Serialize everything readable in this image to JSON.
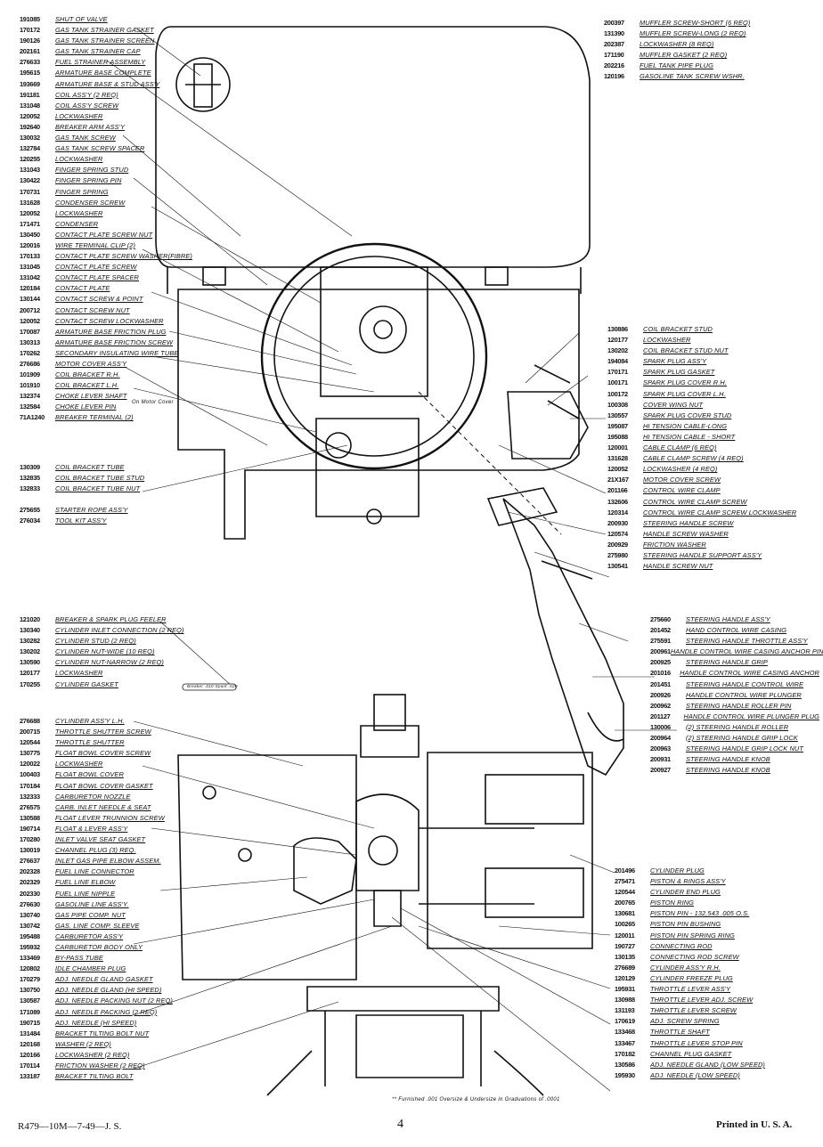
{
  "top_left": [
    {
      "num": "191085",
      "label": "SHUT OF VALVE"
    },
    {
      "num": "170172",
      "label": "Gas Tank Strainer Gasket"
    },
    {
      "num": "190126",
      "label": "Gas Tank Strainer Screen"
    },
    {
      "num": "202161",
      "label": "Gas Tank Strainer Cap"
    },
    {
      "num": "276633",
      "label": "FUEL STRAINER ASSEMBLY"
    },
    {
      "num": "195615",
      "label": "Armature Base Complete"
    },
    {
      "num": "193669",
      "label": "Armature Base & Stud Ass'y"
    },
    {
      "num": "191181",
      "label": "Coil Ass'y (2 Req)"
    },
    {
      "num": "131048",
      "label": "Coil Ass'y Screw"
    },
    {
      "num": "120052",
      "label": "Lockwasher"
    },
    {
      "num": "192640",
      "label": "Breaker Arm Ass'y"
    },
    {
      "num": "130032",
      "label": "Gas Tank Screw"
    },
    {
      "num": "132784",
      "label": "Gas Tank Screw Spacer"
    },
    {
      "num": "120255",
      "label": "Lockwasher"
    },
    {
      "num": "131043",
      "label": "Finger Spring Stud"
    },
    {
      "num": "130422",
      "label": "Finger Spring Pin"
    },
    {
      "num": "170731",
      "label": "Finger Spring"
    },
    {
      "num": "131628",
      "label": "Condenser Screw"
    },
    {
      "num": "120052",
      "label": "Lockwasher"
    },
    {
      "num": "171471",
      "label": "Condenser"
    },
    {
      "num": "130450",
      "label": "Contact Plate Screw Nut"
    },
    {
      "num": "120016",
      "label": "Wire Terminal Clip (2)"
    },
    {
      "num": "170133",
      "label": "Contact Plate Screw Washer(Fibre)"
    },
    {
      "num": "131045",
      "label": "Contact Plate Screw"
    },
    {
      "num": "131042",
      "label": "Contact Plate Spacer"
    },
    {
      "num": "120184",
      "label": "Contact Plate"
    },
    {
      "num": "130144",
      "label": "Contact Screw & Point"
    },
    {
      "num": "200712",
      "label": "Contact Screw Nut"
    },
    {
      "num": "120052",
      "label": "Contact Screw Lockwasher"
    },
    {
      "num": "170087",
      "label": "Armature Base Friction Plug"
    },
    {
      "num": "130313",
      "label": "Armature Base Friction Screw"
    },
    {
      "num": "170262",
      "label": "Secondary Insulating Wire Tube"
    },
    {
      "num": "276686",
      "label": "Motor Cover Ass'y"
    },
    {
      "num": "101909",
      "label": "Coil Bracket R.H."
    },
    {
      "num": "101910",
      "label": "Coil Bracket L.H."
    },
    {
      "num": "132374",
      "label": "Choke Lever Shaft"
    },
    {
      "num": "132584",
      "label": "Choke Lever Pin"
    },
    {
      "num": "71A1240",
      "label": "BREAKER TERMINAL (2)"
    }
  ],
  "choke_note": "On Motor Cover",
  "mid_left": [
    {
      "num": "130309",
      "label": "Coil Bracket Tube"
    },
    {
      "num": "132835",
      "label": "Coil Bracket Tube Stud"
    },
    {
      "num": "132833",
      "label": "Coil Bracket Tube Nut"
    },
    {
      "num": "",
      "label": ""
    },
    {
      "num": "275655",
      "label": "Starter Rope Ass'y"
    },
    {
      "num": "276034",
      "label": "Tool Kit Ass'y"
    }
  ],
  "top_right": [
    {
      "num": "200397",
      "label": "Muffler Screw-Short (6 Req)"
    },
    {
      "num": "131390",
      "label": "Muffler Screw-Long (2 Req)"
    },
    {
      "num": "202387",
      "label": "Lockwasher (8 Req)"
    },
    {
      "num": "171190",
      "label": "Muffler Gasket (2 Req)"
    },
    {
      "num": "202216",
      "label": "FUEL TANK PIPE PLUG"
    },
    {
      "num": "120196",
      "label": "GASOLINE TANK SCREW WSHR."
    }
  ],
  "mid_right": [
    {
      "num": "130886",
      "label": "Coil Bracket Stud"
    },
    {
      "num": "120177",
      "label": "Lockwasher"
    },
    {
      "num": "130202",
      "label": "Coil Bracket Stud Nut"
    },
    {
      "num": "194084",
      "label": "Spark Plug Ass'y"
    },
    {
      "num": "170171",
      "label": "Spark Plug Gasket"
    },
    {
      "num": "100171",
      "label": "Spark Plug Cover R.H."
    },
    {
      "num": "100172",
      "label": "Spark Plug Cover L.H."
    },
    {
      "num": "100308",
      "label": "Cover Wing Nut"
    },
    {
      "num": "130557",
      "label": "Spark Plug Cover Stud"
    },
    {
      "num": "195087",
      "label": "Hi Tension Cable-Long"
    },
    {
      "num": "195088",
      "label": "Hi Tension Cable - Short"
    },
    {
      "num": "120001",
      "label": "Cable Clamp (6 Req)"
    },
    {
      "num": "131628",
      "label": "Cable Clamp Screw (4 Req)"
    },
    {
      "num": "120052",
      "label": "Lockwasher (4 Req)"
    },
    {
      "num": "21X167",
      "label": "Motor Cover Screw"
    },
    {
      "num": "201166",
      "label": "Control Wire Clamp"
    },
    {
      "num": "132606",
      "label": "Control Wire Clamp Screw"
    },
    {
      "num": "120314",
      "label": "Control Wire Clamp Screw Lockwasher"
    },
    {
      "num": "200930",
      "label": "Steering Handle Screw"
    },
    {
      "num": "120574",
      "label": "Handle Screw Washer"
    },
    {
      "num": "200929",
      "label": "Friction Washer"
    },
    {
      "num": "275980",
      "label": "Steering Handle Support Ass'y"
    },
    {
      "num": "130541",
      "label": "Handle Screw Nut"
    }
  ],
  "steering": [
    {
      "num": "275660",
      "label": "Steering Handle Ass'y"
    },
    {
      "num": "201452",
      "label": "Hand Control Wire Casing"
    },
    {
      "num": "275591",
      "label": "Steering Handle Throttle Ass'y"
    },
    {
      "num": "200961",
      "label": "Handle Control Wire Casing Anchor Pin"
    },
    {
      "num": "200925",
      "label": "Steering Handle Grip"
    },
    {
      "num": "201016",
      "label": "Handle Control Wire Casing Anchor"
    },
    {
      "num": "201451",
      "label": "Steering Handle Control Wire"
    },
    {
      "num": "200926",
      "label": "Handle Control Wire Plunger"
    },
    {
      "num": "200962",
      "label": "Steering Handle Roller Pin"
    },
    {
      "num": "201127",
      "label": "Handle Control Wire Plunger Plug"
    },
    {
      "num": "130006",
      "label": "(2) Steering Handle Roller"
    },
    {
      "num": "200964",
      "label": "(2) Steering Handle Grip Lock"
    },
    {
      "num": "200963",
      "label": "Steering Handle Grip Lock Nut"
    },
    {
      "num": "200931",
      "label": "Steering Handle Knob"
    },
    {
      "num": "200927",
      "label": "Steering Handle Knob"
    }
  ],
  "bottom_left_top": [
    {
      "num": "121020",
      "label": "Breaker & Spark Plug Feeler"
    },
    {
      "num": "130340",
      "label": "Cylinder Inlet Connection (2 Req)"
    },
    {
      "num": "130282",
      "label": "Cylinder Stud (2 Req)"
    },
    {
      "num": "130202",
      "label": "Cylinder Nut-Wide (10 Req)"
    },
    {
      "num": "130590",
      "label": "Cylinder Nut-Narrow (2 Req)"
    },
    {
      "num": "120177",
      "label": "Lockwasher"
    },
    {
      "num": "170255",
      "label": "Cylinder Gasket"
    }
  ],
  "feeler_tag": "Breaker .010  Spark .020",
  "bottom_left": [
    {
      "num": "276688",
      "label": "Cylinder Ass'y L.H."
    },
    {
      "num": "200715",
      "label": "Throttle Shutter Screw"
    },
    {
      "num": "120544",
      "label": "Throttle Shutter"
    },
    {
      "num": "130775",
      "label": "Float Bowl Cover Screw"
    },
    {
      "num": "120022",
      "label": "Lockwasher"
    },
    {
      "num": "100403",
      "label": "Float Bowl Cover"
    },
    {
      "num": "170184",
      "label": "Float Bowl Cover Gasket"
    },
    {
      "num": "132333",
      "label": "Carburetor Nozzle"
    },
    {
      "num": "276575",
      "label": "Carb. Inlet Needle & Seat"
    },
    {
      "num": "130588",
      "label": "Float Lever Trunnion Screw"
    },
    {
      "num": "190714",
      "label": "Float & Lever Ass'y"
    },
    {
      "num": "170280",
      "label": "INLET VALVE SEAT GASKET"
    },
    {
      "num": "130019",
      "label": "CHANNEL PLUG (3) REQ."
    },
    {
      "num": "276637",
      "label": "INLET GAS PIPE ELBOW ASSEM."
    },
    {
      "num": "202328",
      "label": "FUEL LINE CONNECTOR"
    },
    {
      "num": "202329",
      "label": "FUEL LINE ELBOW"
    },
    {
      "num": "202330",
      "label": "FUEL LINE NIPPLE"
    },
    {
      "num": "276630",
      "label": "GASOLINE LINE ASS'Y."
    },
    {
      "num": "130740",
      "label": "GAS PIPE COMP. NUT"
    },
    {
      "num": "130742",
      "label": "GAS. LINE COMP. SLEEVE"
    },
    {
      "num": "195488",
      "label": "Carburetor Ass'y"
    },
    {
      "num": "195932",
      "label": "Carburetor Body Only"
    },
    {
      "num": "133469",
      "label": "By-Pass Tube"
    },
    {
      "num": "120802",
      "label": "Idle Chamber Plug"
    },
    {
      "num": "170279",
      "label": "Adj. Needle Gland Gasket"
    },
    {
      "num": "130750",
      "label": "Adj. Needle Gland (Hi Speed)"
    },
    {
      "num": "130587",
      "label": "Adj. Needle Packing Nut (2 Req)"
    },
    {
      "num": "171089",
      "label": "Adj. Needle Packing (2 Req)"
    },
    {
      "num": "190715",
      "label": "Adj. Needle (Hi Speed)"
    },
    {
      "num": "131484",
      "label": "Bracket Tilting Bolt Nut"
    },
    {
      "num": "120168",
      "label": "Washer (2 Req)"
    },
    {
      "num": "120166",
      "label": "Lockwasher (2 Req)"
    },
    {
      "num": "170114",
      "label": "Friction Washer (2 Req)"
    },
    {
      "num": "133187",
      "label": "Bracket Tilting Bolt"
    }
  ],
  "bottom_right": [
    {
      "num": "201496",
      "label": "Cylinder Plug"
    },
    {
      "num": "275471",
      "label": "Piston & Rings Ass'y"
    },
    {
      "num": "120544",
      "label": "Cylinder End Plug"
    },
    {
      "num": "200765",
      "label": "Piston Ring"
    },
    {
      "num": "130681",
      "label": "Piston Pin - 132,543 .005 O.S."
    },
    {
      "num": "100265",
      "label": "Piston Pin Bushing"
    },
    {
      "num": "120011",
      "label": "Piston Pin Spring Ring"
    },
    {
      "num": "190727",
      "label": "Connecting Rod"
    },
    {
      "num": "130135",
      "label": "Connecting Rod Screw"
    },
    {
      "num": "276689",
      "label": "Cylinder Ass'y R.H."
    },
    {
      "num": "120129",
      "label": "Cylinder Freeze Plug"
    },
    {
      "num": "195931",
      "label": "Throttle Lever Ass'y"
    },
    {
      "num": "130988",
      "label": "THROTTLE LEVER ADJ. SCREW"
    },
    {
      "num": "131193",
      "label": "THROTTLE LEVER SCREW"
    },
    {
      "num": "170619",
      "label": "ADJ. SCREW SPRING"
    },
    {
      "num": "133468",
      "label": "THROTTLE SHAFT"
    },
    {
      "num": "133467",
      "label": "THROTTLE LEVER STOP PIN"
    },
    {
      "num": "170182",
      "label": "CHANNEL PLUG GASKET"
    },
    {
      "num": "130586",
      "label": "ADJ. NEEDLE GLAND (LOW SPEED)"
    },
    {
      "num": "195930",
      "label": "ADJ. NEEDLE (LOW SPEED)"
    }
  ],
  "footnote": "** Furnished .001 Oversize & Undersize in Graduations of .0001",
  "footer": {
    "left": "R479—10M—7-49—J. S.",
    "page": "4",
    "right": "Printed in U. S. A."
  }
}
